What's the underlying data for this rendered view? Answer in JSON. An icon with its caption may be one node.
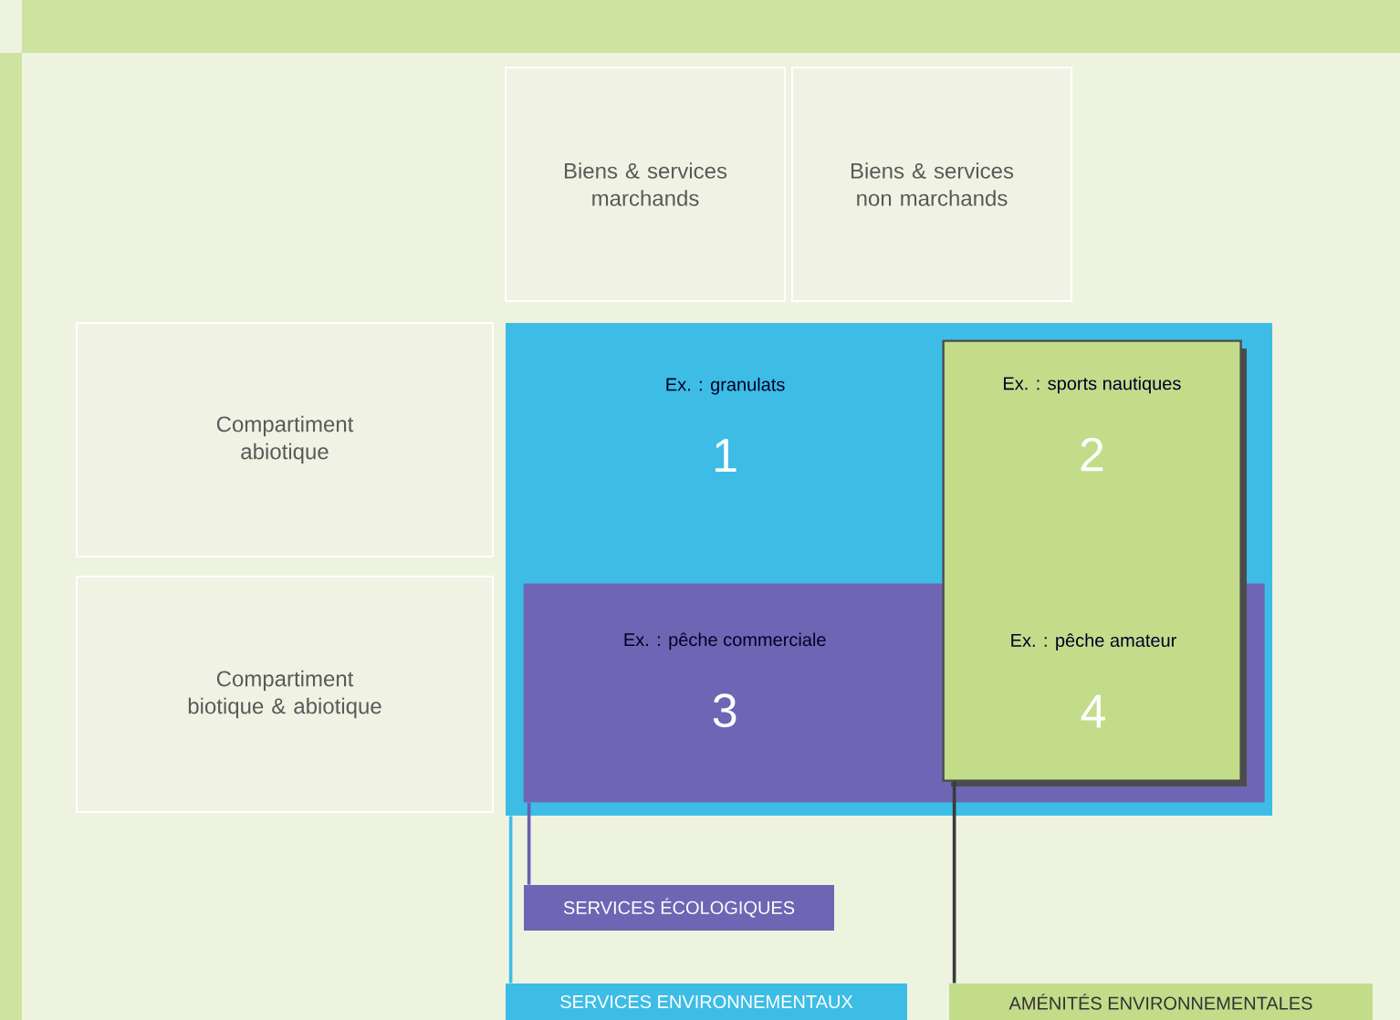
{
  "diagram": {
    "nodes": [
      {
        "text": [
          "Biens & services marchands"
        ]
      },
      {
        "text": [
          "Biens & services non marchands"
        ]
      },
      {
        "text": [
          "Compartiment abiotique"
        ]
      },
      {
        "text": [
          "Compartiment biotique & abiotique"
        ]
      },
      {
        "text": [],
        "shape": "box"
      },
      {
        "text": [],
        "shape": "box",
        "in": 4
      },
      {
        "text": [],
        "shape": "box",
        "in": 4
      },
      {
        "text": [
          "Ex. : granulats",
          "1"
        ],
        "in": 4
      },
      {
        "text": [
          "Ex. : sports nautiques",
          "2"
        ],
        "in": 5
      },
      {
        "text": [
          "Ex. : pêche commerciale",
          "3"
        ],
        "in": 6
      },
      {
        "text": [
          "Ex. : pêche amateur",
          "4"
        ]
      },
      {
        "text": [
          "SERVICES ÉCOLOGIQUES"
        ]
      },
      {
        "text": [
          "SERVICES ENVIRONNEMENTAUX"
        ]
      },
      {
        "text": [
          "AMÉNITÉS ENVIRONNEMENTALES"
        ]
      }
    ],
    "edges": [
      {
        "from": 11,
        "to": 6,
        "arrow": "none",
        "color": "#6a5fb0"
      },
      {
        "from": 12,
        "to": 4,
        "arrow": "none",
        "color": "#3dbde6"
      },
      {
        "from": 13,
        "to": 5,
        "arrow": "none",
        "color": "#3a3a3a"
      }
    ]
  }
}
